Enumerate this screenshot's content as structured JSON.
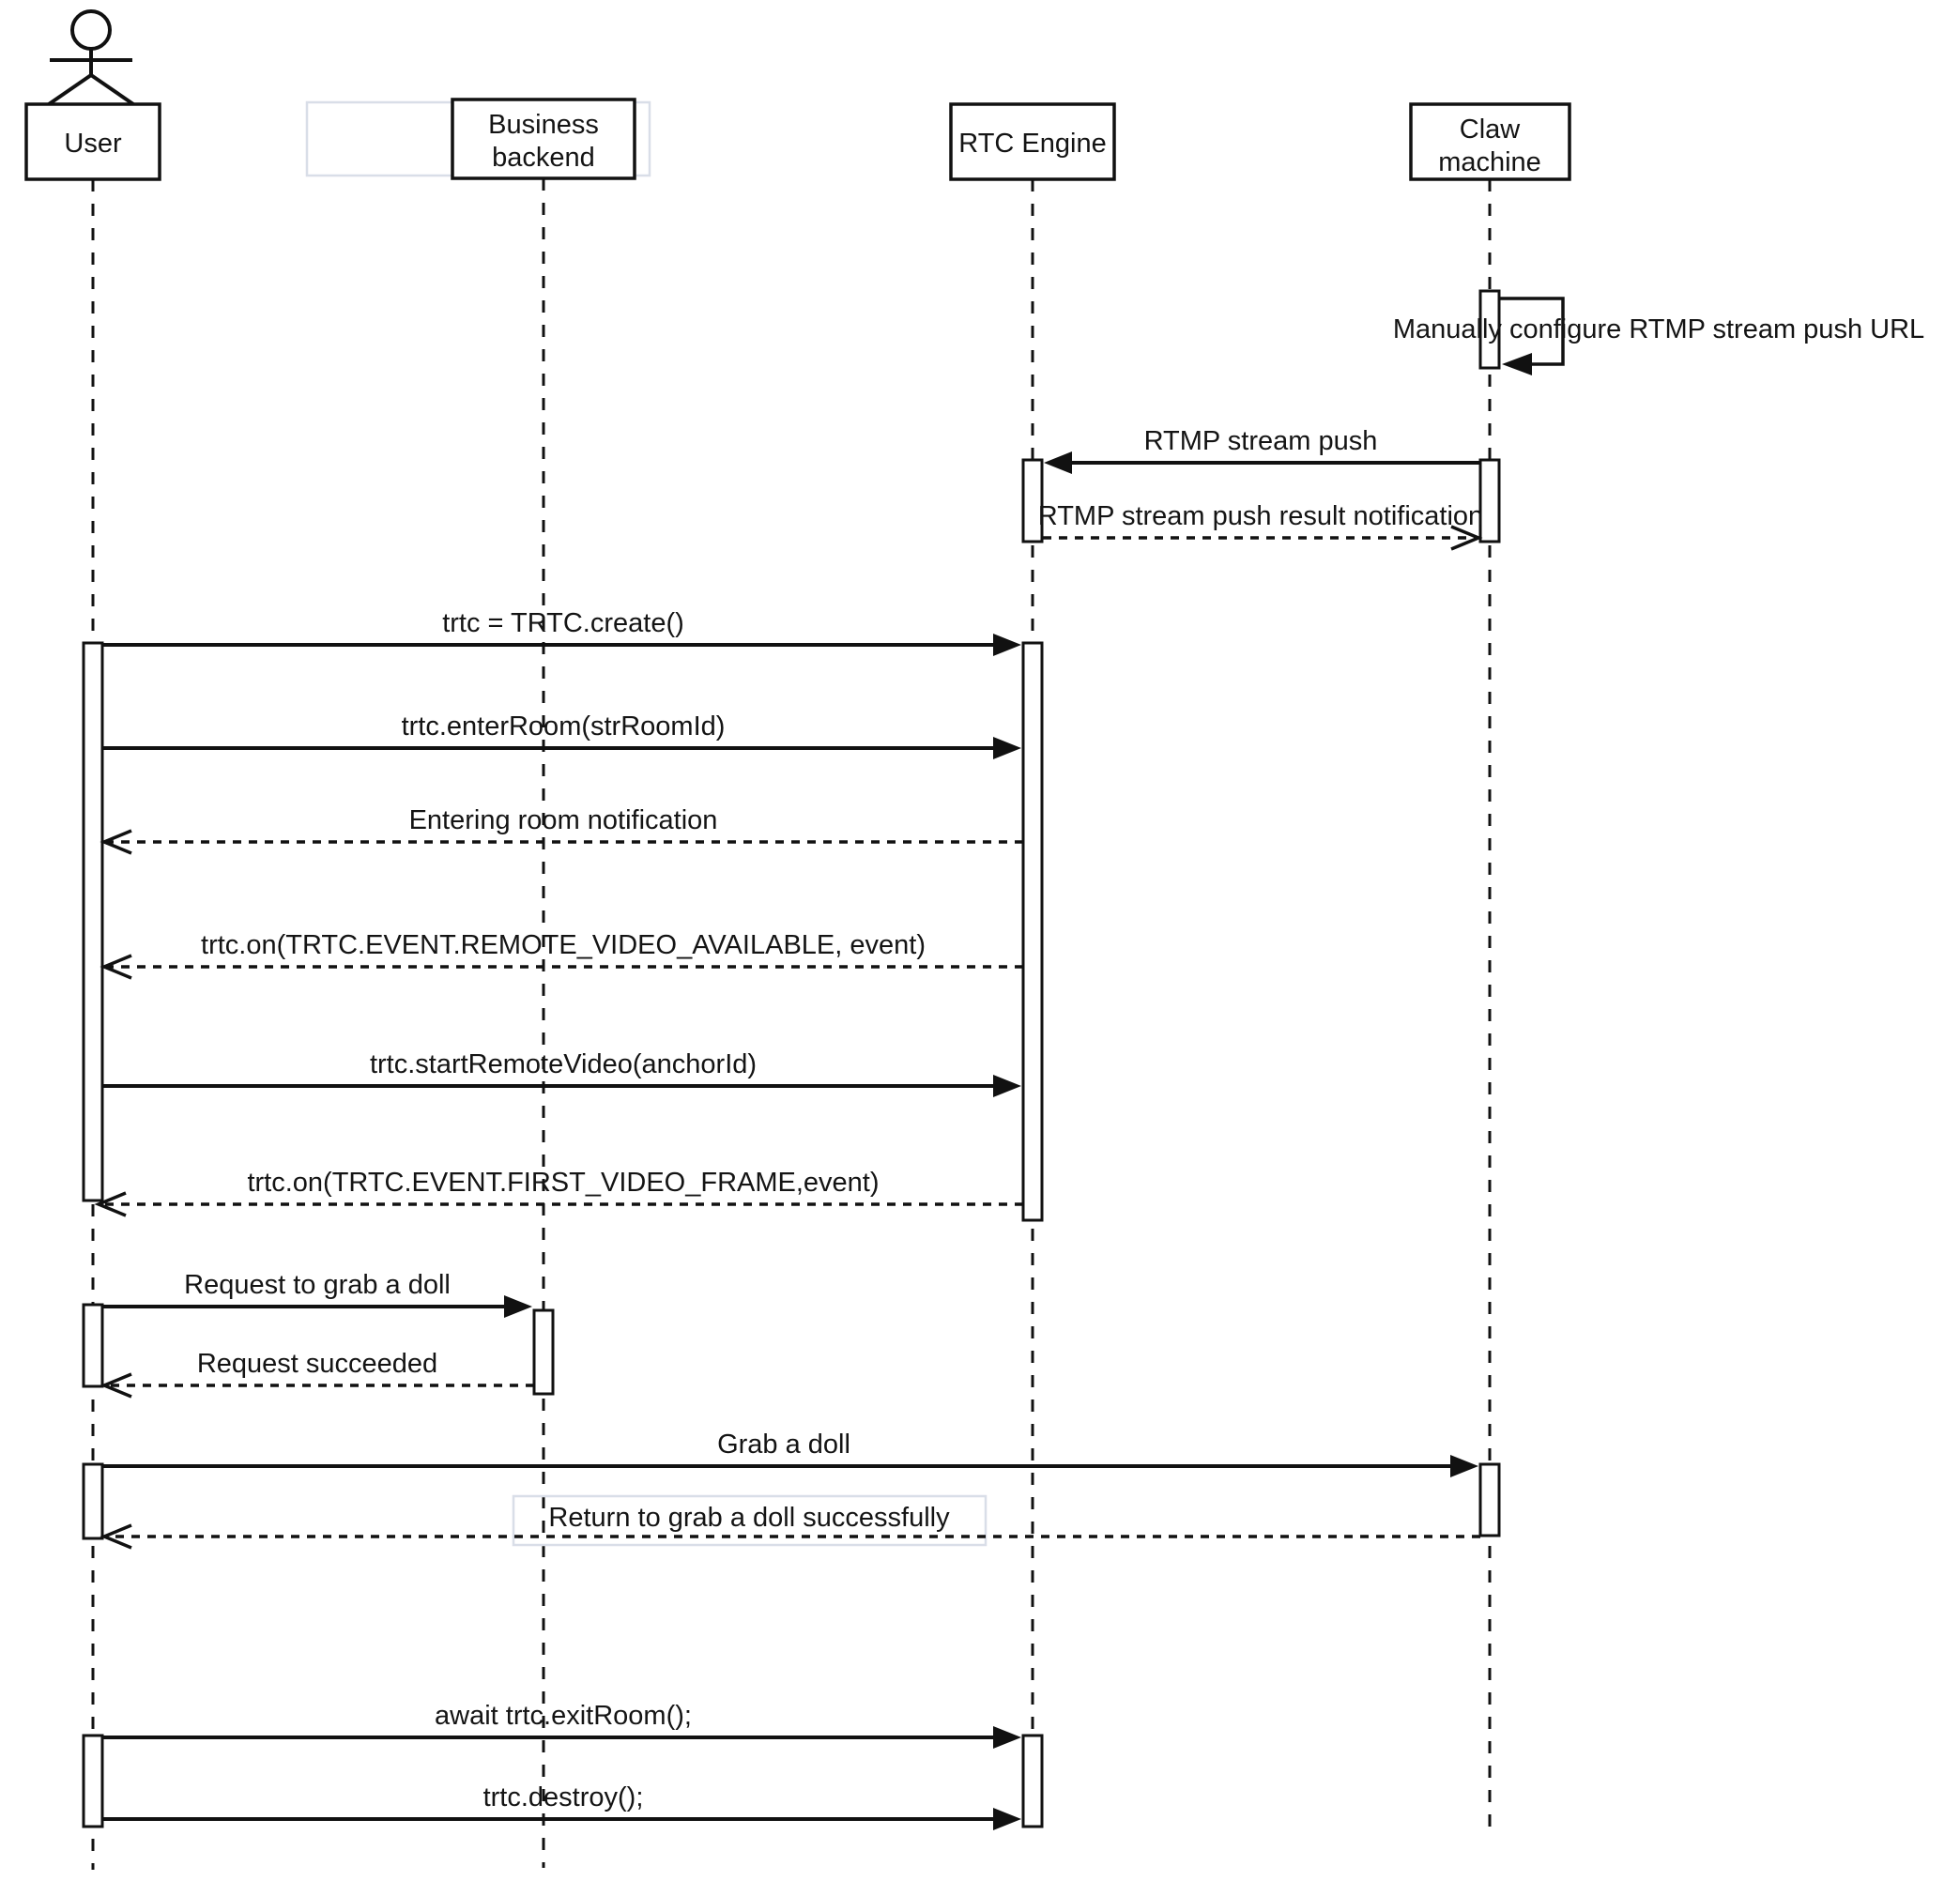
{
  "diagram": {
    "type": "sequence",
    "participants": [
      {
        "id": "user",
        "label": "User",
        "kind": "actor",
        "lines": [
          "User"
        ]
      },
      {
        "id": "business",
        "label": "Business backend",
        "kind": "participant",
        "highlighted": true,
        "lines": [
          "Business",
          "backend"
        ]
      },
      {
        "id": "rtc",
        "label": "RTC Engine",
        "kind": "participant",
        "lines": [
          "RTC Engine"
        ]
      },
      {
        "id": "claw",
        "label": "Claw machine",
        "kind": "participant",
        "lines": [
          "Claw",
          "machine"
        ]
      }
    ],
    "messages": [
      {
        "n": 1,
        "from": "claw",
        "to": "claw",
        "label": "Manually configure RTMP stream push URL",
        "line": "solid",
        "kind": "self"
      },
      {
        "n": 2,
        "from": "claw",
        "to": "rtc",
        "label": "RTMP stream push",
        "line": "solid",
        "kind": "call"
      },
      {
        "n": 3,
        "from": "rtc",
        "to": "claw",
        "label": "RTMP stream push result notification",
        "line": "dashed",
        "kind": "return"
      },
      {
        "n": 4,
        "from": "user",
        "to": "rtc",
        "label": "trtc = TRTC.create()",
        "line": "solid",
        "kind": "call"
      },
      {
        "n": 5,
        "from": "user",
        "to": "rtc",
        "label": "trtc.enterRoom(strRoomId)",
        "line": "solid",
        "kind": "call"
      },
      {
        "n": 6,
        "from": "rtc",
        "to": "user",
        "label": "Entering room notification",
        "line": "dashed",
        "kind": "return"
      },
      {
        "n": 7,
        "from": "rtc",
        "to": "user",
        "label": "trtc.on(TRTC.EVENT.REMOTE_VIDEO_AVAILABLE, event)",
        "line": "dashed",
        "kind": "return"
      },
      {
        "n": 8,
        "from": "user",
        "to": "rtc",
        "label": "trtc.startRemoteVideo(anchorId)",
        "line": "solid",
        "kind": "call"
      },
      {
        "n": 9,
        "from": "rtc",
        "to": "user",
        "label": "trtc.on(TRTC.EVENT.FIRST_VIDEO_FRAME,event)",
        "line": "dashed",
        "kind": "return"
      },
      {
        "n": 10,
        "from": "user",
        "to": "business",
        "label": "Request to grab a doll",
        "line": "solid",
        "kind": "call"
      },
      {
        "n": 11,
        "from": "business",
        "to": "user",
        "label": "Request succeeded",
        "line": "dashed",
        "kind": "return"
      },
      {
        "n": 12,
        "from": "user",
        "to": "claw",
        "label": "Grab a doll",
        "line": "solid",
        "kind": "call"
      },
      {
        "n": 13,
        "from": "claw",
        "to": "user",
        "label": "Return to grab a doll successfully",
        "line": "dashed",
        "kind": "return",
        "highlighted": true
      },
      {
        "n": 14,
        "from": "user",
        "to": "rtc",
        "label": "await trtc.exitRoom();",
        "line": "solid",
        "kind": "call"
      },
      {
        "n": 15,
        "from": "user",
        "to": "rtc",
        "label": "trtc.destroy();",
        "line": "solid",
        "kind": "call"
      }
    ],
    "colors": {
      "line": "#111111",
      "text": "#141414",
      "background": "#ffffff",
      "highlight_border": "#d9dee8",
      "activation_fill": "#ffffff"
    }
  }
}
